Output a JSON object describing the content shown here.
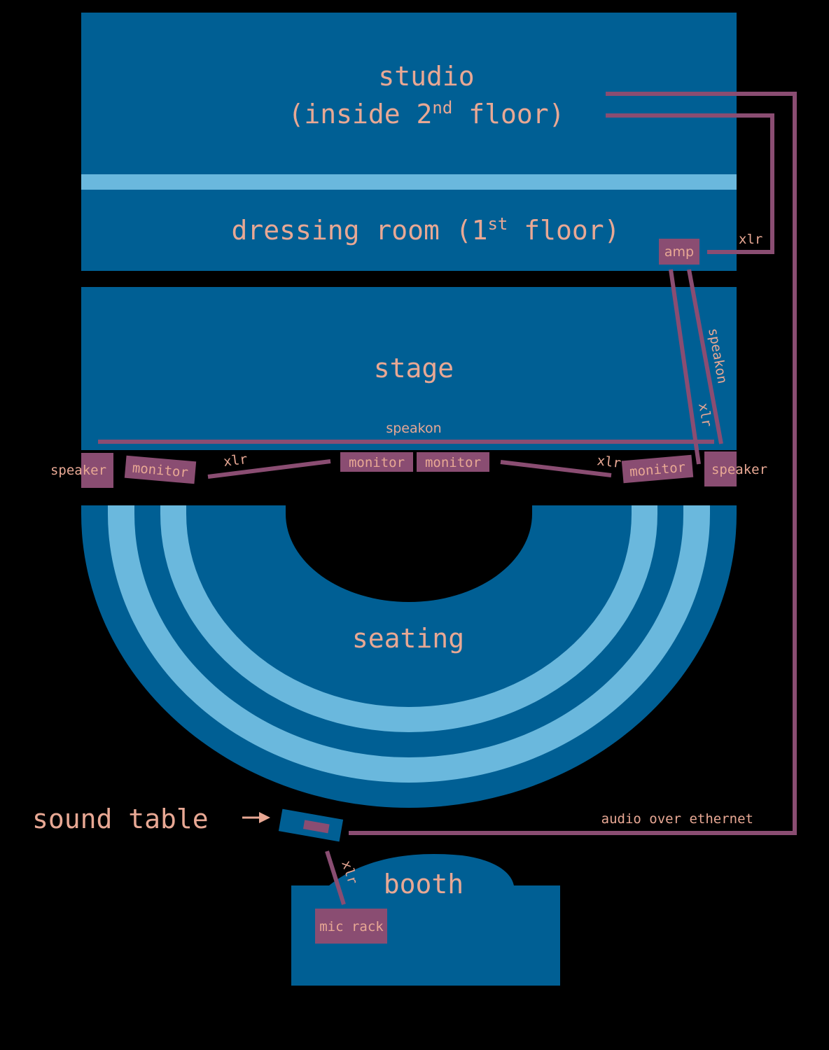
{
  "colors": {
    "background": "#000000",
    "room": "#005f94",
    "room_light": "#6ab8dd",
    "cable": "#8a4d72",
    "device": "#8a4d72",
    "text": "#e8a894"
  },
  "rooms": {
    "studio_line1": "studio",
    "studio_line2_pre": "(inside 2",
    "studio_line2_sup": "nd",
    "studio_line2_post": " floor)",
    "dressing_pre": "dressing room (1",
    "dressing_sup": "st",
    "dressing_post": " floor)",
    "stage": "stage",
    "seating": "seating",
    "booth": "booth"
  },
  "devices": {
    "amp": "amp",
    "speaker_left": "speaker",
    "speaker_right": "speaker",
    "monitor_1": "monitor",
    "monitor_2": "monitor",
    "monitor_3": "monitor",
    "monitor_4": "monitor",
    "mic_rack": "mic rack",
    "sound_table": "sound table"
  },
  "cables": {
    "studio_amp": "xlr",
    "amp_speaker": "speakon",
    "amp_speaker_xlr": "xlr",
    "stage_speakon": "speakon",
    "monitor_left": "xlr",
    "monitor_right": "xlr",
    "booth_xlr": "xlr",
    "ethernet": "audio over ethernet"
  }
}
